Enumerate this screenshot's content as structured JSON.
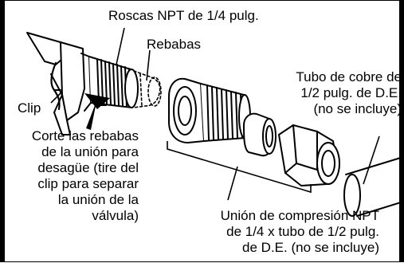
{
  "labels": {
    "threads": "Roscas NPT de 1/4 pulg.",
    "burrs": "Rebabas",
    "clip": "Clip",
    "copper_tube": [
      "Tubo de cobre de",
      "1/2 pulg. de D.E.",
      "(no se incluye)"
    ],
    "cut_burrs": [
      "Corte las rebabas",
      "de la unión para",
      "desagüe (tire del",
      "clip para separar",
      "la unión de la",
      "válvula)"
    ],
    "compression_union": [
      "Unión de compresión NPT",
      "de 1/4 x tubo de 1/2 pulg.",
      "de D.E. (no se incluye)"
    ]
  },
  "colors": {
    "ink": "#000000",
    "paper": "#ffffff"
  }
}
